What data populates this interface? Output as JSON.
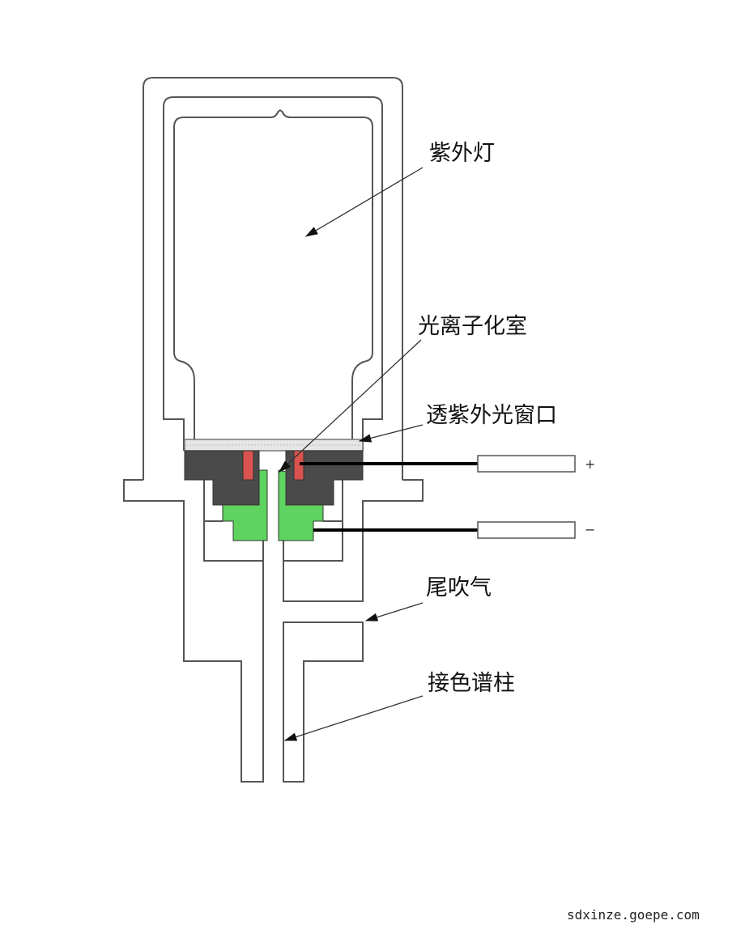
{
  "labels": {
    "uv_lamp": "紫外灯",
    "ionization_chamber": "光离子化室",
    "uv_window": "透紫外光窗口",
    "makeup_gas": "尾吹气",
    "column_connection": "接色谱柱"
  },
  "electrodes": {
    "positive": "+",
    "negative": "−"
  },
  "watermark": "sdxinze.goepe.com",
  "colors": {
    "electrode_block": "#4a4a4a",
    "red_electrode": "#d9534f",
    "green_insulator": "#5fd35f",
    "window": "#e6e6e6"
  }
}
